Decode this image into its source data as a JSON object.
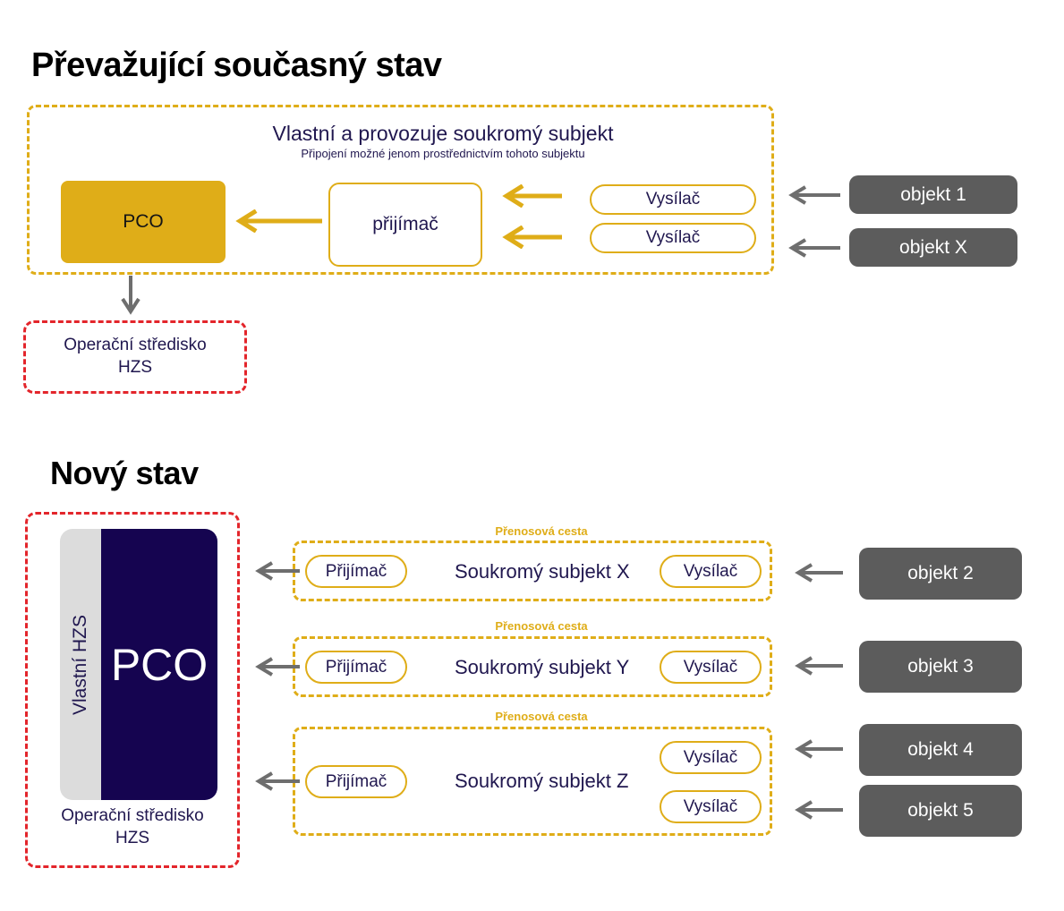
{
  "sections": {
    "current": {
      "title": "Převažující současný stav",
      "container_heading": "Vlastní a provozuje soukromý subjekt",
      "container_subheading": "Připojení možné jenom prostřednictvím tohoto subjektu",
      "pco_label": "PCO",
      "receiver_label": "přijímač",
      "transmitters": [
        "Vysílač",
        "Vysílač"
      ],
      "objects": [
        "objekt 1",
        "objekt X"
      ],
      "dispatch_center": "Operační středisko HZS"
    },
    "new": {
      "title": "Nový stav",
      "pco_owner_label": "Vlastní HZS",
      "pco_label": "PCO",
      "dispatch_center": "Operační středisko HZS",
      "paths": [
        {
          "label": "Přenosová cesta",
          "receiver": "Přijímač",
          "subject": "Soukromý subjekt X",
          "transmitters": [
            "Vysílač"
          ],
          "objects": [
            "objekt 2"
          ]
        },
        {
          "label": "Přenosová cesta",
          "receiver": "Přijímač",
          "subject": "Soukromý subjekt Y",
          "transmitters": [
            "Vysílač"
          ],
          "objects": [
            "objekt 3"
          ]
        },
        {
          "label": "Přenosová cesta",
          "receiver": "Přijímač",
          "subject": "Soukromý subjekt Z",
          "transmitters": [
            "Vysílač",
            "Vysílač"
          ],
          "objects": [
            "objekt 4",
            "objekt 5"
          ]
        }
      ]
    }
  },
  "colors": {
    "gold": "#DFAD18",
    "navy": "#150450",
    "text_navy": "#20174F",
    "gray_object": "#5C5C5C",
    "red_dashed": "#E3252B",
    "gray_arrow": "#6E6E6E",
    "strip_gray": "#DCDCDC"
  },
  "icons": {
    "arrow_left": "arrow-left-icon",
    "arrow_down": "arrow-down-icon"
  }
}
